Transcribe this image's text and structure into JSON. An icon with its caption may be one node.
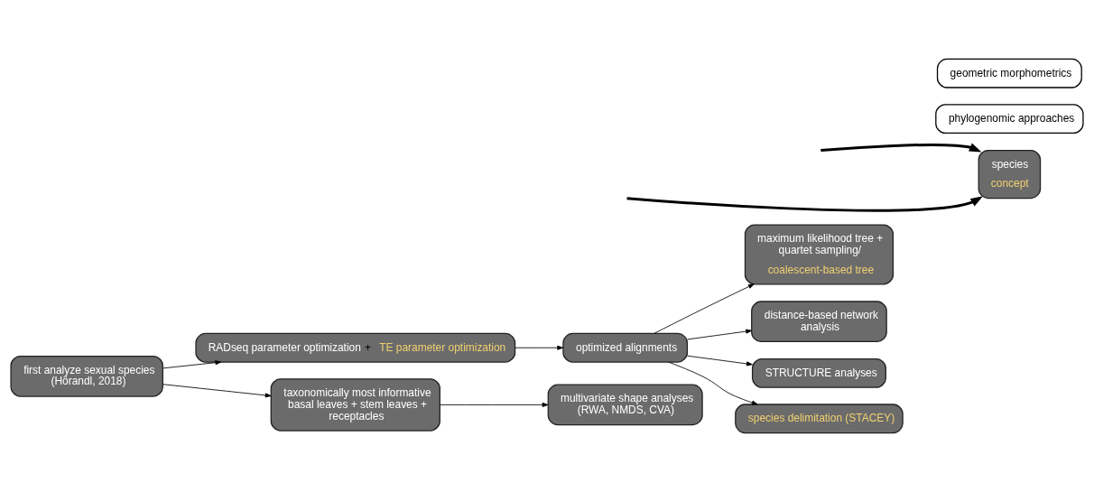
{
  "diagram": {
    "nodes": [
      {
        "text": [
          "first analyze sexual species (Hörandl, 2018)"
        ]
      },
      {
        "text": [
          "RADseq parameter optimization",
          "+",
          "TE parameter optimization"
        ]
      },
      {
        "text": [
          "optimized alignments"
        ]
      },
      {
        "text": [
          "maximum likelihood tree + quartet sampling/",
          "coalescent-based tree"
        ]
      },
      {
        "text": [
          "distance-based network analysis"
        ]
      },
      {
        "text": [
          "STRUCTURE analyses"
        ]
      },
      {
        "text": [
          "species delimitation (STACEY)"
        ]
      },
      {
        "text": [
          "taxonomically most informative basal leaves + stem leaves + receptacles"
        ]
      },
      {
        "text": [
          "multivariate shape analyses (RWA, NMDS, CVA)"
        ]
      },
      {
        "text": [
          "species",
          "concept"
        ]
      },
      {
        "text": [
          "phylogenomic approaches"
        ]
      },
      {
        "text": [
          "geometric morphometrics"
        ]
      }
    ],
    "edges": [
      {
        "from": 0,
        "to": 1,
        "arrow": "to"
      },
      {
        "from": 0,
        "to": 7,
        "arrow": "to"
      },
      {
        "from": 1,
        "to": 2,
        "arrow": "to"
      },
      {
        "from": 2,
        "to": 3,
        "arrow": "to"
      },
      {
        "from": 2,
        "to": 4,
        "arrow": "to"
      },
      {
        "from": 2,
        "to": 5,
        "arrow": "to"
      },
      {
        "from": 2,
        "to": 6,
        "arrow": "to"
      },
      {
        "from": 7,
        "to": 8,
        "arrow": "to"
      },
      {
        "from": null,
        "to": 9,
        "arrow": "to",
        "style": "thick"
      },
      {
        "from": null,
        "to": 9,
        "arrow": "to",
        "style": "thick"
      }
    ]
  }
}
